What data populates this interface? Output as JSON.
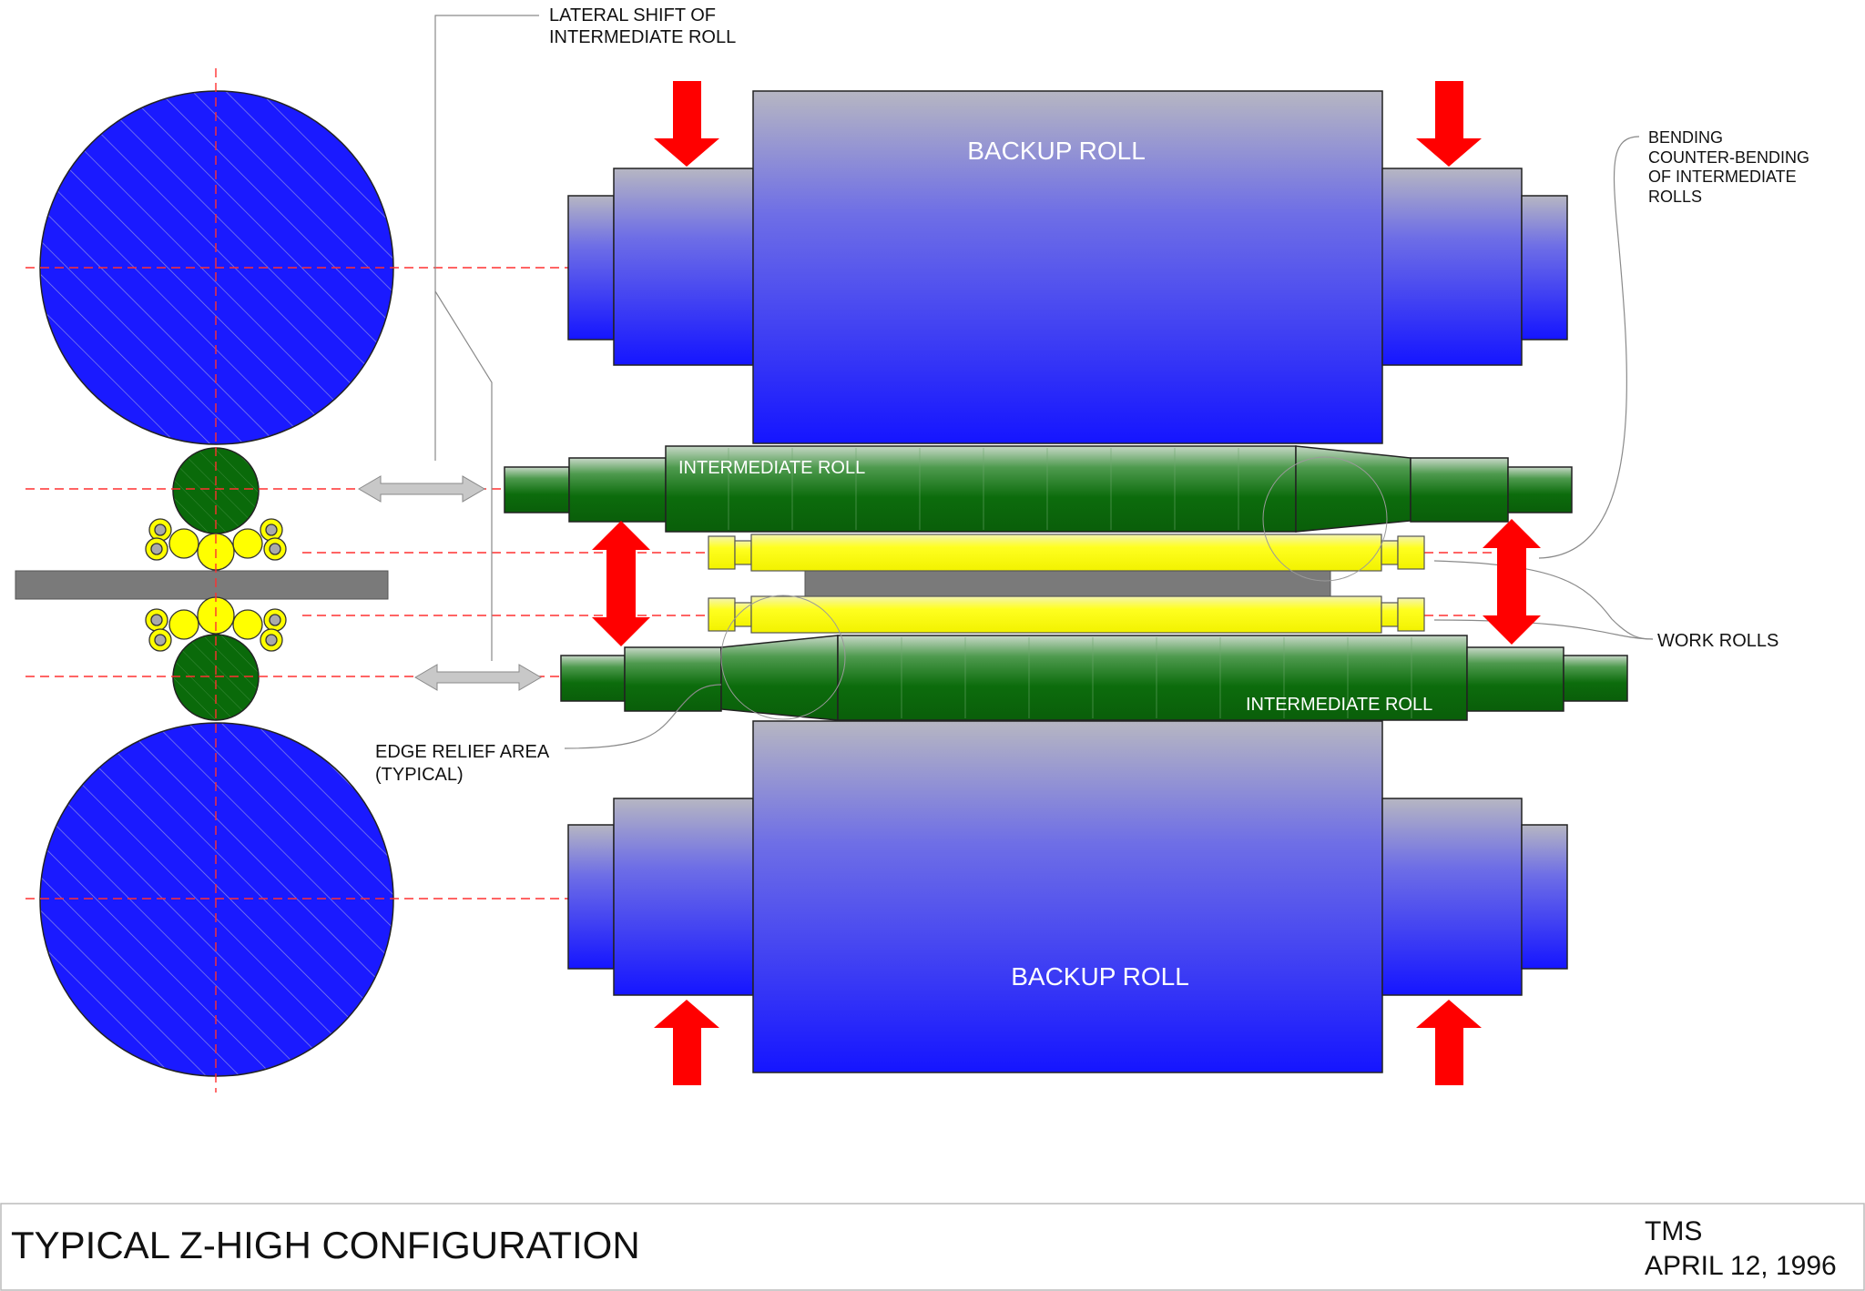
{
  "labels": {
    "lateral_shift": [
      "LATERAL SHIFT OF",
      "INTERMEDIATE ROLL"
    ],
    "bending": [
      "BENDING",
      "COUNTER-BENDING",
      "OF INTERMEDIATE",
      "ROLLS"
    ],
    "work_rolls": "WORK ROLLS",
    "edge_relief": [
      "EDGE RELIEF AREA",
      "(TYPICAL)"
    ],
    "backup_roll_top": "BACKUP ROLL",
    "backup_roll_bottom": "BACKUP ROLL",
    "intermediate_roll_top": "INTERMEDIATE ROLL",
    "intermediate_roll_bottom": "INTERMEDIATE ROLL"
  },
  "title_block": {
    "title": "TYPICAL Z-HIGH CONFIGURATION",
    "author": "TMS",
    "date": "APRIL 12, 1996"
  },
  "colors": {
    "backup_blue": "#1a1aff",
    "backup_gray": "#b4b4be",
    "intermediate_green": "#0a6a0a",
    "work_yellow": "#ffff00",
    "strip_gray": "#7a7a7a",
    "force_red": "#ff0000",
    "shift_gray": "#c8c8c8",
    "centerline_red": "#ff3030"
  }
}
